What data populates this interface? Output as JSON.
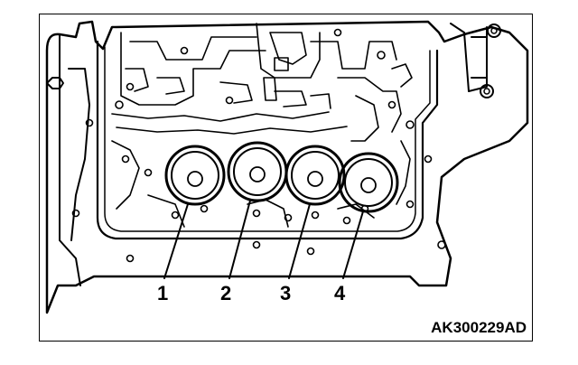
{
  "callouts": [
    {
      "label": "1"
    },
    {
      "label": "2"
    },
    {
      "label": "3"
    },
    {
      "label": "4"
    }
  ],
  "figure_code": "AK300229AD",
  "colors": {
    "line": "#000000",
    "background": "#ffffff"
  }
}
